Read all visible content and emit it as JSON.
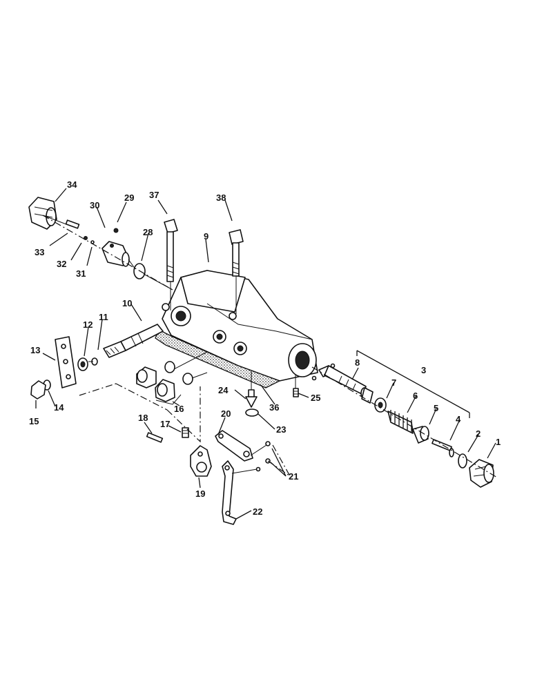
{
  "labels": [
    "1",
    "2",
    "3",
    "4",
    "5",
    "6",
    "7",
    "8",
    "9",
    "10",
    "11",
    "12",
    "13",
    "14",
    "15",
    "16",
    "17",
    "18",
    "19",
    "20",
    "21",
    "22",
    "23",
    "24",
    "25",
    "28",
    "29",
    "30",
    "31",
    "32",
    "33",
    "34",
    "36",
    "37",
    "38"
  ]
}
